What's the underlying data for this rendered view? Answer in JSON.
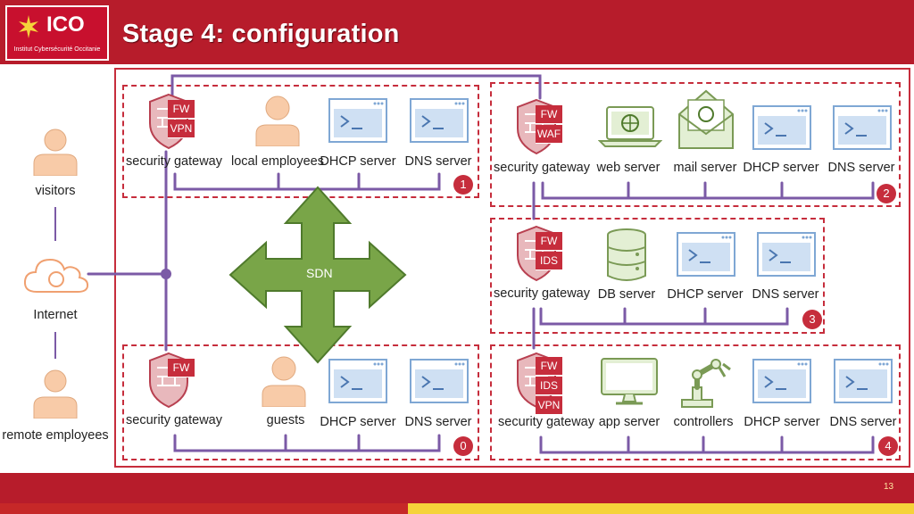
{
  "header": {
    "logo_text": "ICO",
    "logo_subtitle": "Institut Cybersécurité Occitanie",
    "title": "Stage 4: configuration"
  },
  "footer": {
    "page_number": "13"
  },
  "left": {
    "visitors": "visitors",
    "internet": "Internet",
    "remote": "remote employees"
  },
  "sdn": {
    "label": "SDN"
  },
  "zones": {
    "z1": {
      "badge": "1",
      "fw_tags": [
        "FW",
        "VPN"
      ],
      "labels": [
        "security gateway",
        "local employees",
        "DHCP server",
        "DNS server"
      ]
    },
    "z2": {
      "badge": "2",
      "fw_tags": [
        "FW",
        "WAF"
      ],
      "labels": [
        "security gateway",
        "web server",
        "mail server",
        "DHCP server",
        "DNS server"
      ]
    },
    "z3": {
      "badge": "3",
      "fw_tags": [
        "FW",
        "IDS"
      ],
      "labels": [
        "security gateway",
        "DB server",
        "DHCP server",
        "DNS server"
      ]
    },
    "z0": {
      "badge": "0",
      "fw_tags": [
        "FW"
      ],
      "labels": [
        "security gateway",
        "guests",
        "DHCP server",
        "DNS server"
      ]
    },
    "z4": {
      "badge": "4",
      "fw_tags": [
        "FW",
        "IDS",
        "VPN"
      ],
      "labels": [
        "security gateway",
        "app server",
        "controllers",
        "DHCP server",
        "DNS server"
      ]
    }
  },
  "colors": {
    "brand_red": "#b71c2b",
    "zone_red": "#c62d3c",
    "link_purple": "#7b5aa6",
    "sdn_green": "#79a548",
    "server_blue": "#9dc3e6",
    "person_peach": "#f8cba8"
  }
}
